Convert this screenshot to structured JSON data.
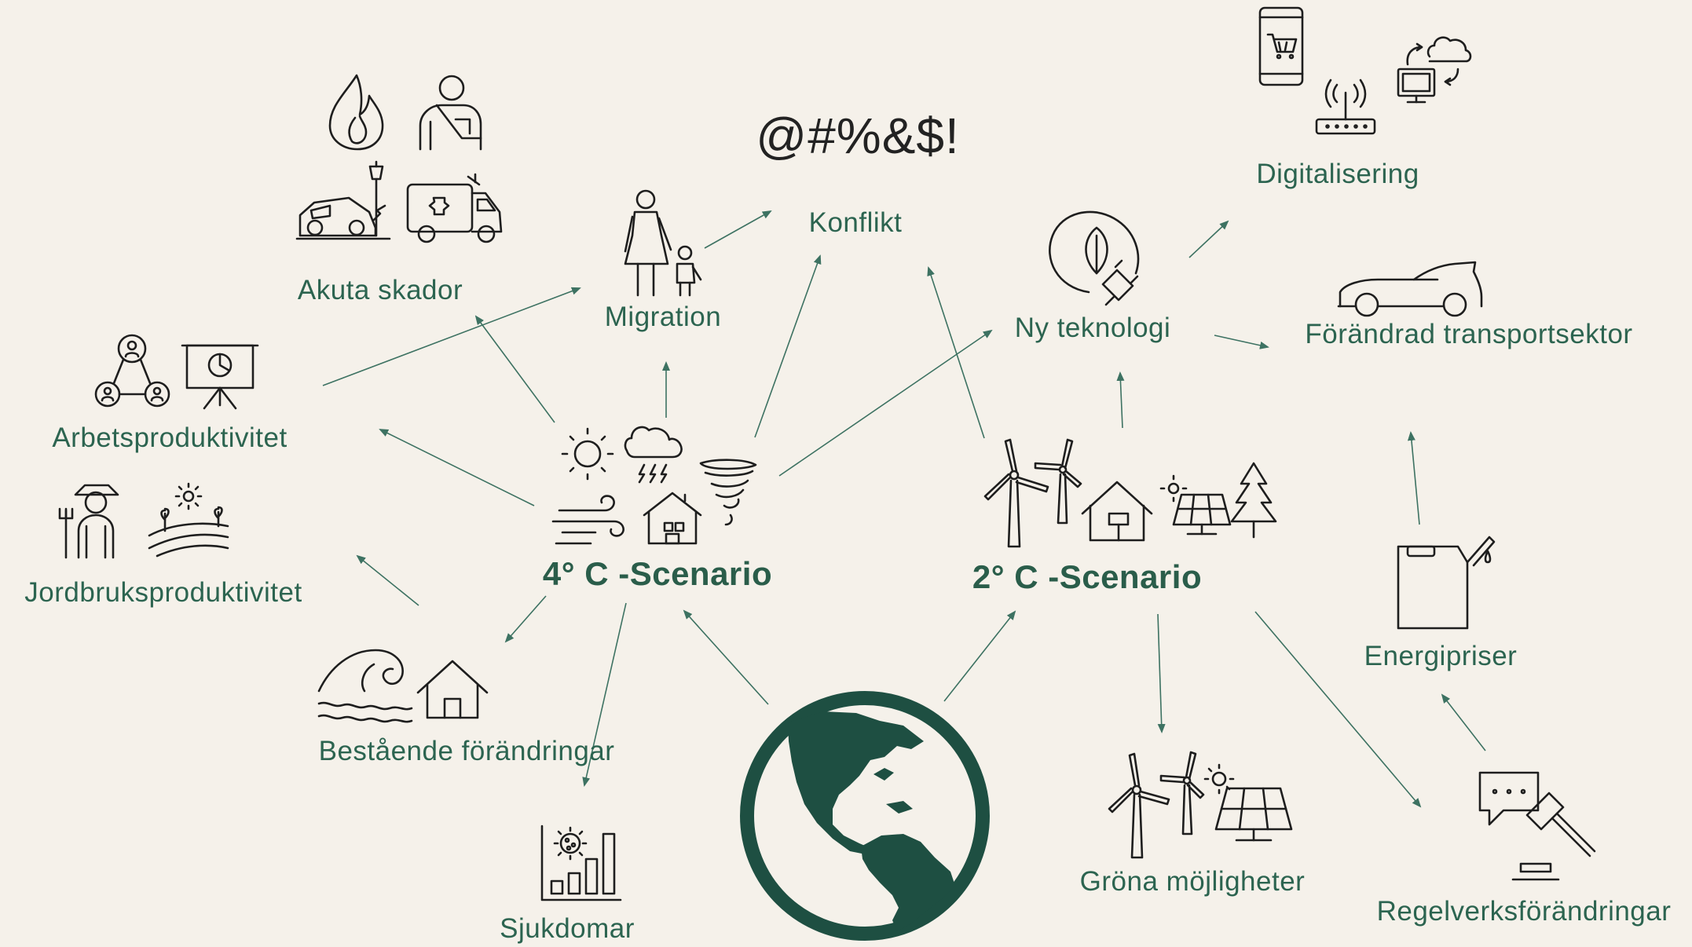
{
  "colors": {
    "background": "#f5f1ea",
    "text": "#2c6450",
    "arrow": "#3d7262",
    "icon": "#1e1e1e",
    "globe": "#1e4f42"
  },
  "scenarios": {
    "four_degree": "4° C -Scenario",
    "two_degree": "2° C -Scenario"
  },
  "labels": {
    "akuta_skador": "Akuta skador",
    "migration": "Migration",
    "konflikt": "Konflikt",
    "symbols": "@#%&$!",
    "digitalisering": "Digitalisering",
    "ny_teknologi": "Ny teknologi",
    "forandrad_transportsektor": "Förändrad transportsektor",
    "arbetsproduktivitet": "Arbetsproduktivitet",
    "jordbruksproduktivitet": "Jordbruksproduktivitet",
    "bestaende_forandringar": "Bestående  förändringar",
    "sjukdomar": "Sjukdomar",
    "grona_mojligheter": "Gröna  möjligheter",
    "energipriser": "Energipriser",
    "regelverksforandringar": "Regelverksförändringar"
  },
  "icons": [
    "fire-icon",
    "injured-person-icon",
    "car-crash-icon",
    "ambulance-icon",
    "mother-child-icon",
    "network-people-icon",
    "presentation-chart-icon",
    "farmer-icon",
    "field-sun-icon",
    "sun-icon",
    "storm-cloud-icon",
    "wind-icon",
    "house-icon",
    "tornado-icon",
    "wave-icon",
    "virus-chart-icon",
    "globe-icon",
    "wind-turbine-icon",
    "solar-panel-icon",
    "tree-icon",
    "smartphone-cart-icon",
    "router-icon",
    "computer-cloud-icon",
    "leaf-plug-icon",
    "car-icon",
    "fuel-can-icon",
    "speech-bubble-icon",
    "gavel-icon"
  ]
}
